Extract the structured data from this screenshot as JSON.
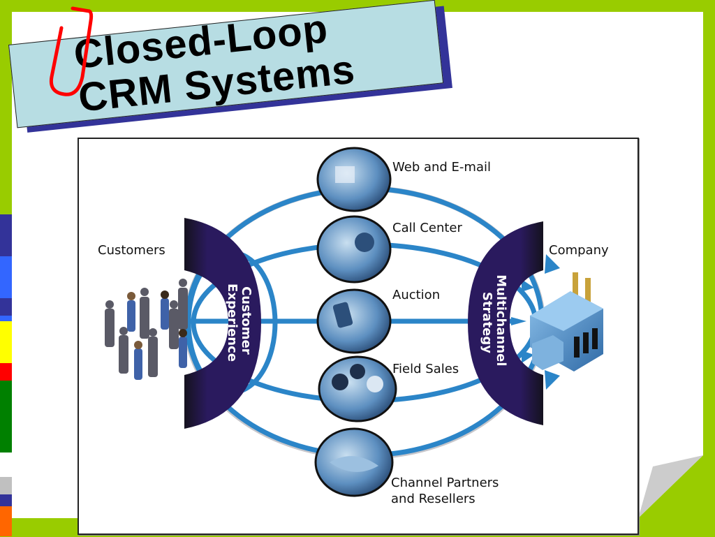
{
  "slide": {
    "title_line1": "Closed-Loop",
    "title_line2": "CRM Systems",
    "colors": {
      "background": "#99cc00",
      "title_box": "#b7dde3",
      "title_shadow": "#333399",
      "ring": "#2b85c8",
      "arc_band": "#2a1a5e",
      "paperclip": "#ff0000"
    },
    "left_strip_colors": [
      "#99cc00",
      "#333399",
      "#3366ff",
      "#333399",
      "#3366ff",
      "#ffff00",
      "#ff0000",
      "#008000",
      "#ffffff",
      "#c0c0c0",
      "#333399",
      "#ff6600"
    ]
  },
  "diagram": {
    "left_label": "Customers",
    "right_label": "Company",
    "left_band_line1": "Customer",
    "left_band_line2": "Experience",
    "right_band_line1": "Multichannel",
    "right_band_line2": "Strategy",
    "channels": [
      {
        "label": "Web and E-mail",
        "icon": "web-page-photo-icon"
      },
      {
        "label": "Call Center",
        "icon": "call-center-photo-icon"
      },
      {
        "label": "Auction",
        "icon": "gavel-photo-icon"
      },
      {
        "label": "Field Sales",
        "icon": "sales-team-photo-icon"
      },
      {
        "label": "Channel Partners",
        "label2": "and Resellers",
        "icon": "handshake-photo-icon"
      }
    ],
    "customers_icon": "people-group-icon",
    "company_icon": "factory-icon"
  }
}
